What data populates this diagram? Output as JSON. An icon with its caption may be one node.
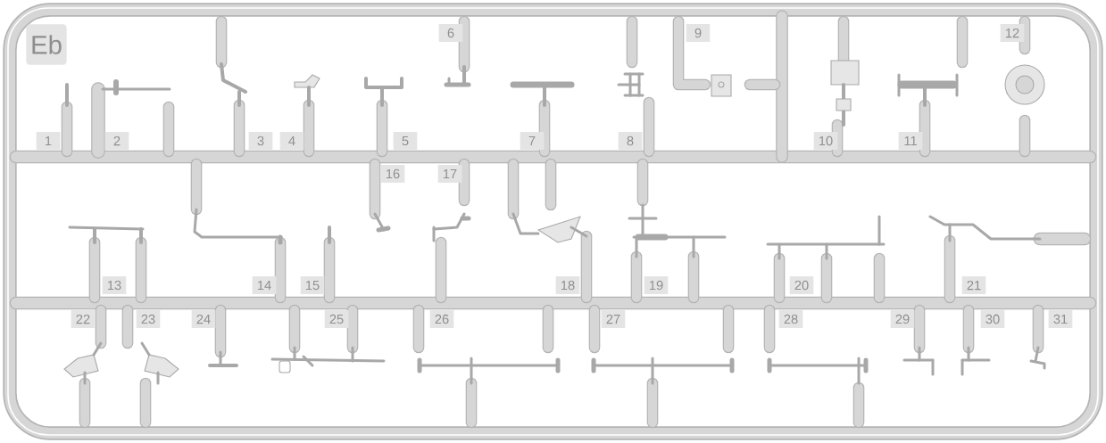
{
  "diagram": {
    "labels": [
      "Eb",
      "1",
      "2",
      "3",
      "4",
      "5",
      "6",
      "7",
      "8",
      "9",
      "10",
      "11",
      "12",
      "13",
      "14",
      "15",
      "16",
      "17",
      "18",
      "19",
      "20",
      "21",
      "22",
      "23",
      "24",
      "25",
      "26",
      "27",
      "28",
      "29",
      "30",
      "31"
    ]
  }
}
